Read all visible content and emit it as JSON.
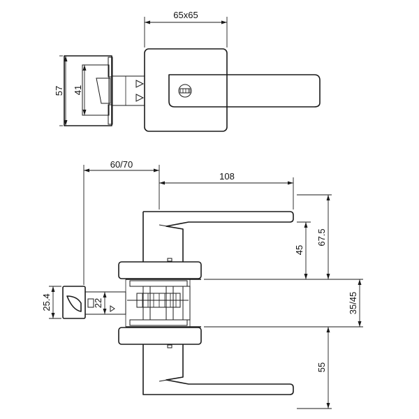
{
  "dimensions": {
    "rose_size": "65x65",
    "top_height_outer": "57",
    "top_height_inner": "41",
    "backset": "60/70",
    "lever_length": "108",
    "upper_drop": "45",
    "upper_total": "67.5",
    "door_thickness": "35/45",
    "lower_drop": "55",
    "latch_face": "25.4",
    "latch_tongue": "22"
  }
}
